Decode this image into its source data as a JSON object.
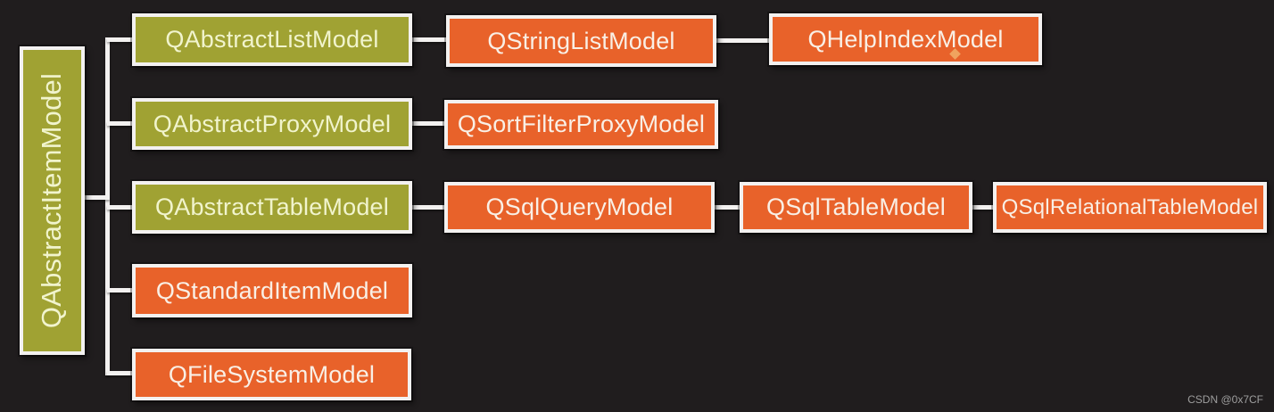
{
  "diagram": {
    "root": {
      "label": "QAbstractItemModel"
    },
    "rows": [
      {
        "nodes": [
          {
            "label": "QAbstractListModel"
          },
          {
            "label": "QStringListModel"
          },
          {
            "label": "QHelpIndexModel"
          }
        ]
      },
      {
        "nodes": [
          {
            "label": "QAbstractProxyModel"
          },
          {
            "label": "QSortFilterProxyModel"
          }
        ]
      },
      {
        "nodes": [
          {
            "label": "QAbstractTableModel"
          },
          {
            "label": "QSqlQueryModel"
          },
          {
            "label": "QSqlTableModel"
          },
          {
            "label": "QSqlRelationalTableModel"
          }
        ]
      },
      {
        "nodes": [
          {
            "label": "QStandardItemModel"
          }
        ]
      },
      {
        "nodes": [
          {
            "label": "QFileSystemModel"
          }
        ]
      }
    ]
  },
  "colors": {
    "background": "#201d1e",
    "olive": "#a0a233",
    "orange": "#e8622a",
    "line": "#f3f1f0",
    "text_olive": "#f1f4cd",
    "text_orange": "#f9efe5",
    "marker": "#f0a35e",
    "watermark": "#9e9e9e"
  },
  "watermark": {
    "text": "CSDN @0x7CF"
  }
}
